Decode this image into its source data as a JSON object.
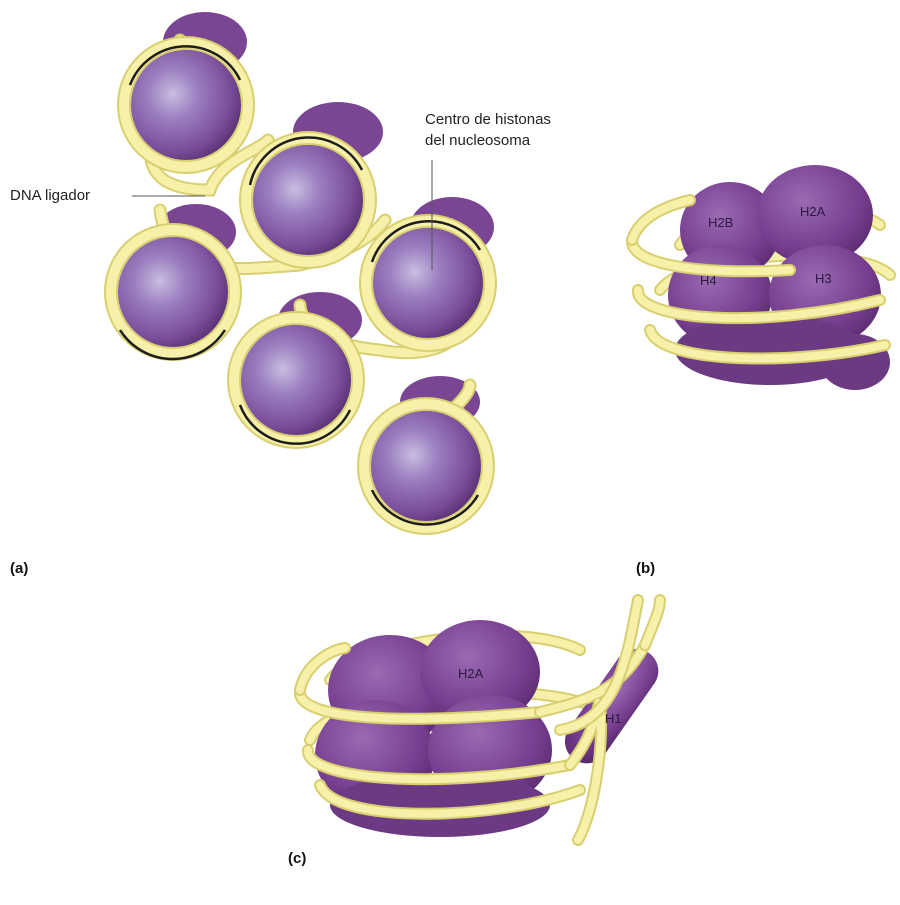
{
  "labels": {
    "linker": "DNA ligador",
    "core_line1": "Centro de histonas",
    "core_line2": "del nucleosoma"
  },
  "panels": {
    "a": "(a)",
    "b": "(b)",
    "c": "(c)"
  },
  "histones_b": {
    "h2b": "H2B",
    "h2a": "H2A",
    "h4": "H4",
    "h3": "H3"
  },
  "histones_c": {
    "h2a": "H2A",
    "h1": "H1"
  },
  "colors": {
    "histone": "#7c4592",
    "histone_dark": "#5e2f74",
    "histone_light": "#b29ccc",
    "dna": "#f6f0a8",
    "dna_edge": "#d8cf70",
    "dna_dark_edge": "#1d1d1d"
  }
}
